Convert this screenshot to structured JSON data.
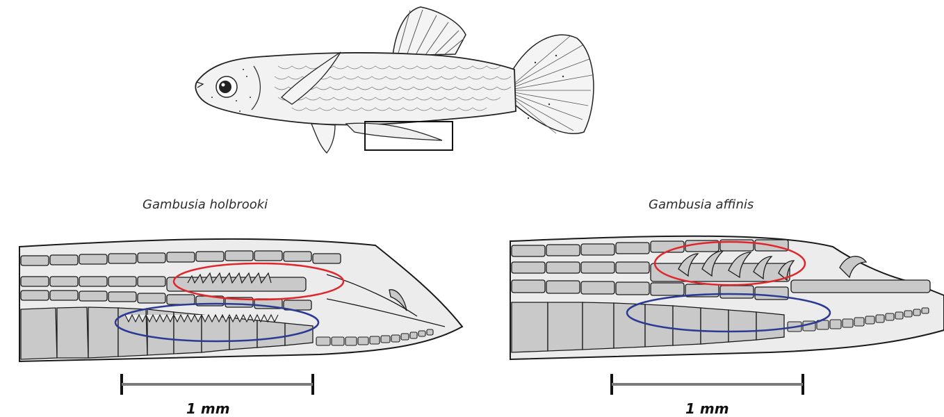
{
  "figure": {
    "panels": [
      {
        "species": "Gambusia holbrooki",
        "scale": "1 mm"
      },
      {
        "species": "Gambusia affinis",
        "scale": "1 mm"
      }
    ],
    "colors": {
      "highlight_upper": "#e0262b",
      "highlight_lower": "#2b3a92",
      "ray_fill": "#c9c9c9",
      "membrane_fill": "#ececec",
      "outline": "#1a1a1a"
    },
    "icons": [
      "fish-drawing-icon",
      "gonopodium-tip-icon",
      "scale-bar-icon"
    ]
  }
}
